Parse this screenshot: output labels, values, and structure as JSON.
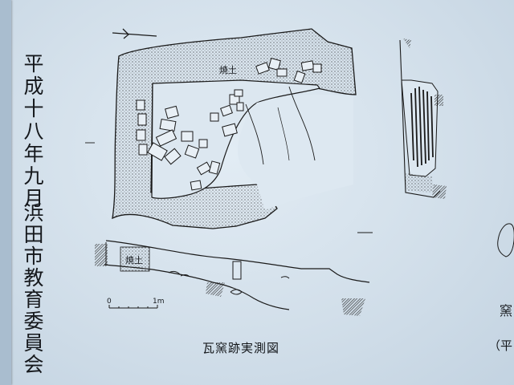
{
  "signboard": {
    "date": "平成十八年九月",
    "organization": "浜田市教育委員会",
    "caption": "瓦窯跡実測図",
    "plan_label": "焼土",
    "section_label": "焼土",
    "scale_zero": "0",
    "scale_one": "1m",
    "right_cut_char": "窯",
    "right_cut_paren": "（平"
  }
}
